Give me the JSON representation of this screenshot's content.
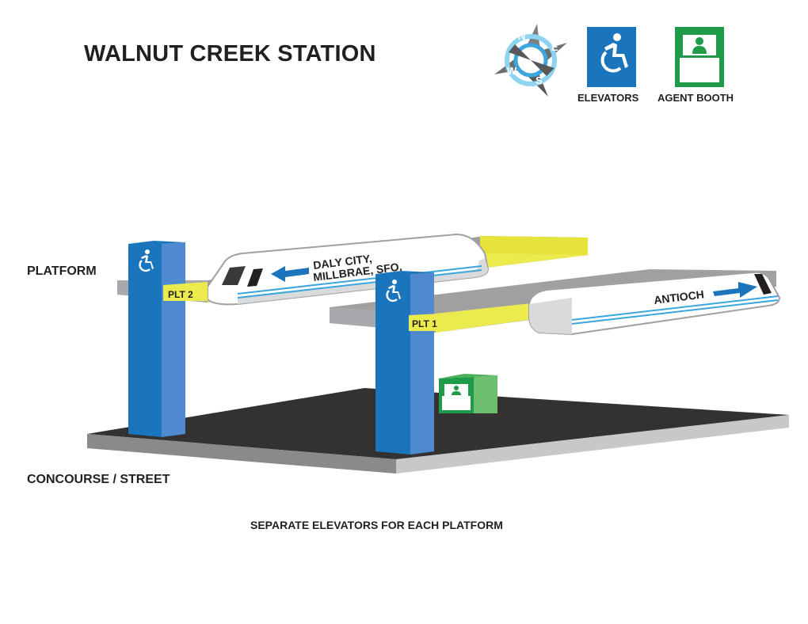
{
  "title": "WALNUT CREEK STATION",
  "legend": {
    "compass_letters": [
      "N",
      "E",
      "S",
      "W"
    ],
    "elevators_label": "ELEVATORS",
    "agent_booth_label": "AGENT BOOTH"
  },
  "levels": {
    "platform": "PLATFORM",
    "concourse": "CONCOURSE / STREET"
  },
  "platforms": {
    "plt2": "PLT 2",
    "plt1": "PLT 1"
  },
  "trains": {
    "left_destination_line1": "DALY CITY,",
    "left_destination_line2": "MILLBRAE, SFO,",
    "right_destination": "ANTIOCH"
  },
  "note": "SEPARATE ELEVATORS FOR EACH PLATFORM",
  "colors": {
    "elevator_blue": "#1b75bc",
    "elevator_light": "#4f8ad0",
    "booth_green": "#1f9a48",
    "platform_yellow": "#eceb4e",
    "platform_gray": "#9a9a9a",
    "floor_dark": "#333132"
  }
}
